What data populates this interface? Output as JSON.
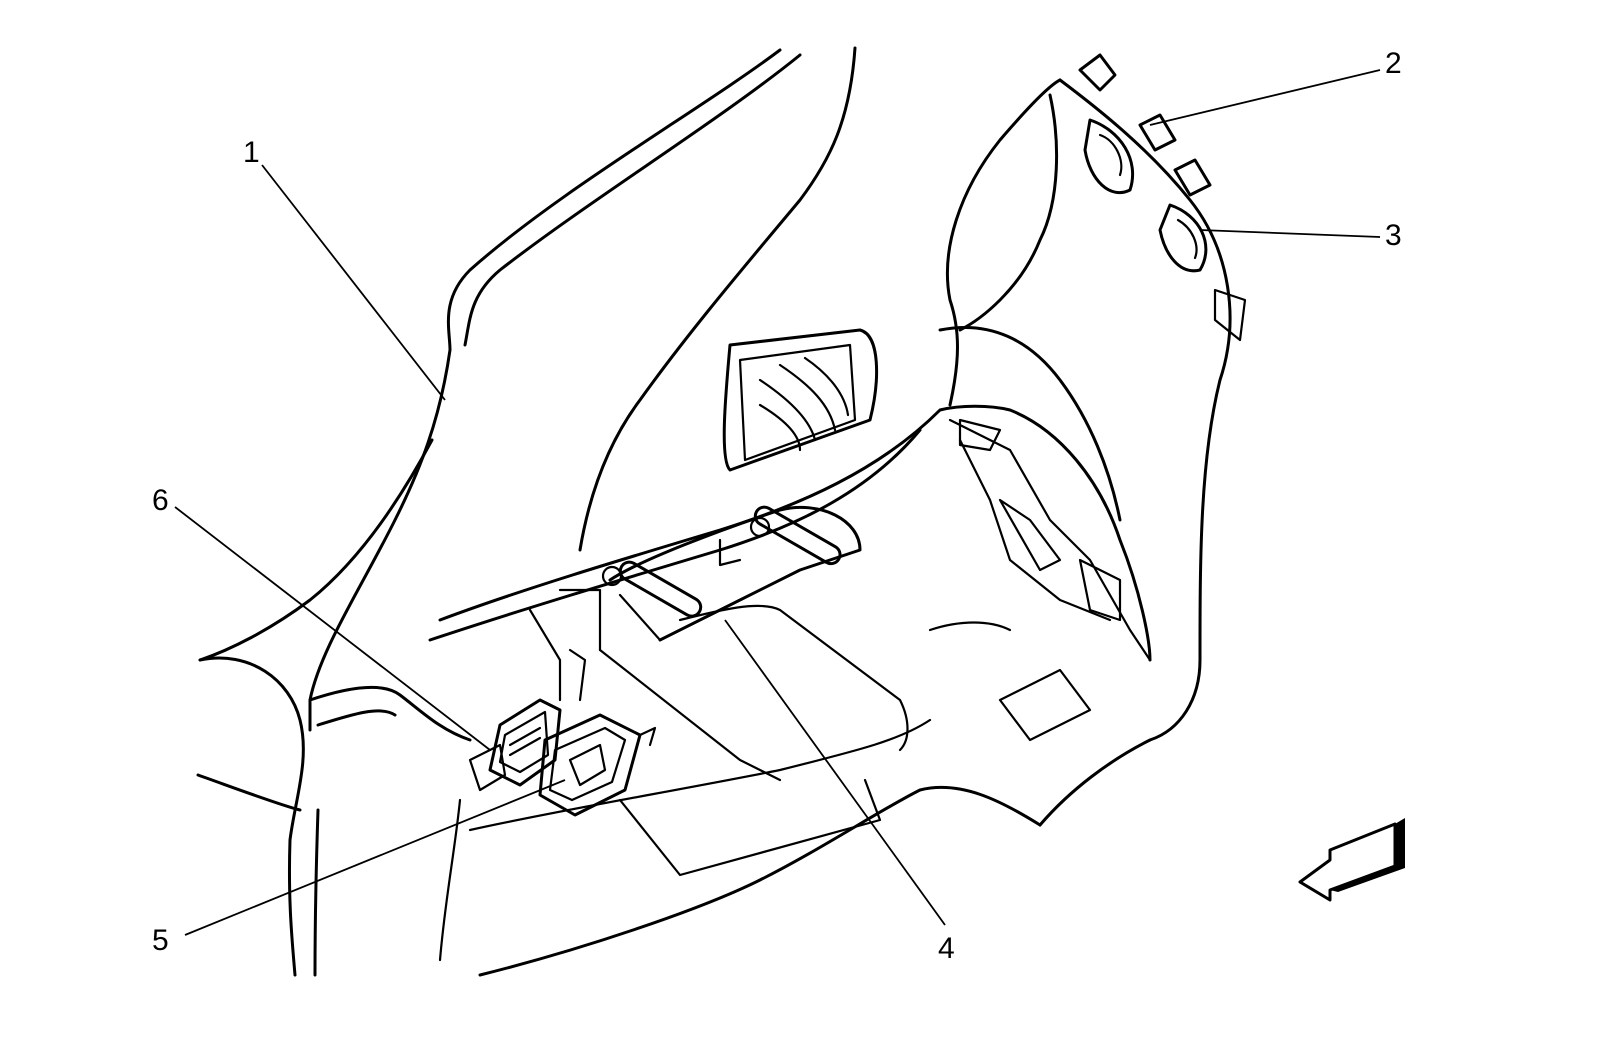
{
  "diagram": {
    "callouts": [
      {
        "id": "1",
        "label": "1"
      },
      {
        "id": "2",
        "label": "2"
      },
      {
        "id": "3",
        "label": "3"
      },
      {
        "id": "4",
        "label": "4"
      },
      {
        "id": "5",
        "label": "5"
      },
      {
        "id": "6",
        "label": "6"
      }
    ],
    "icons": {
      "direction": "front-direction-arrow-icon"
    },
    "colors": {
      "line": "#000000",
      "background": "#ffffff"
    }
  }
}
